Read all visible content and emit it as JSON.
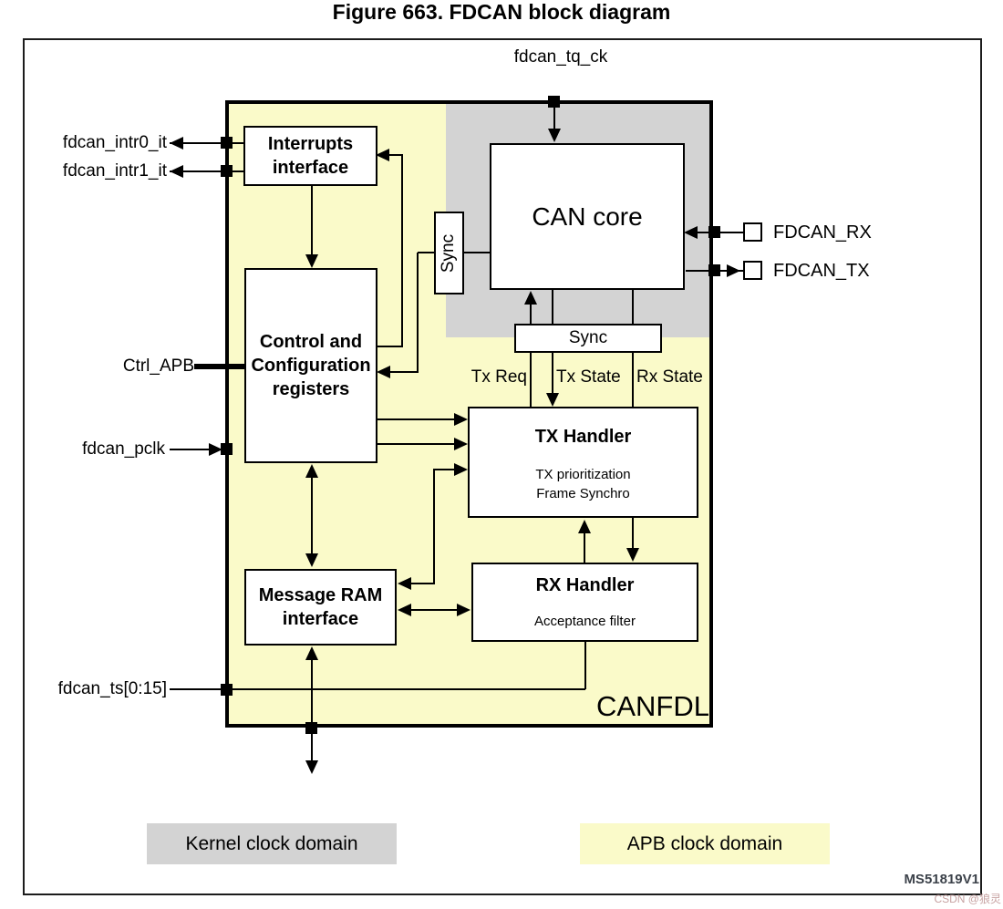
{
  "figure": {
    "title": "Figure 663. FDCAN block diagram",
    "code": "MS51819V1",
    "watermark": "CSDN @狼灵",
    "domain_label": "CANFDL"
  },
  "pins": {
    "top": "fdcan_tq_ck",
    "left": [
      "fdcan_intr0_it",
      "fdcan_intr1_it",
      "Ctrl_APB",
      "fdcan_pclk",
      "fdcan_ts[0:15]"
    ],
    "right": [
      "FDCAN_RX",
      "FDCAN_TX"
    ]
  },
  "blocks": {
    "interrupts": "Interrupts\ninterface",
    "control": "Control and\nConfiguration\nregisters",
    "message_ram": "Message RAM\ninterface",
    "can_core": "CAN core",
    "sync_vertical": "Sync",
    "sync_horizontal": "Sync",
    "tx_handler": {
      "title": "TX Handler",
      "subtitle": "TX prioritization\nFrame Synchro"
    },
    "rx_handler": {
      "title": "RX Handler",
      "subtitle": "Acceptance filter"
    }
  },
  "signals": {
    "tx_req": "Tx Req",
    "tx_state": "Tx State",
    "rx_state": "Rx State"
  },
  "legend": {
    "kernel": {
      "label": "Kernel clock domain",
      "color": "#D3D3D3"
    },
    "apb": {
      "label": "APB clock domain",
      "color": "#FAFAC9"
    }
  },
  "colors": {
    "apb_domain": "#FAFAC9",
    "kernel_domain": "#D3D3D3",
    "line": "#000000"
  }
}
